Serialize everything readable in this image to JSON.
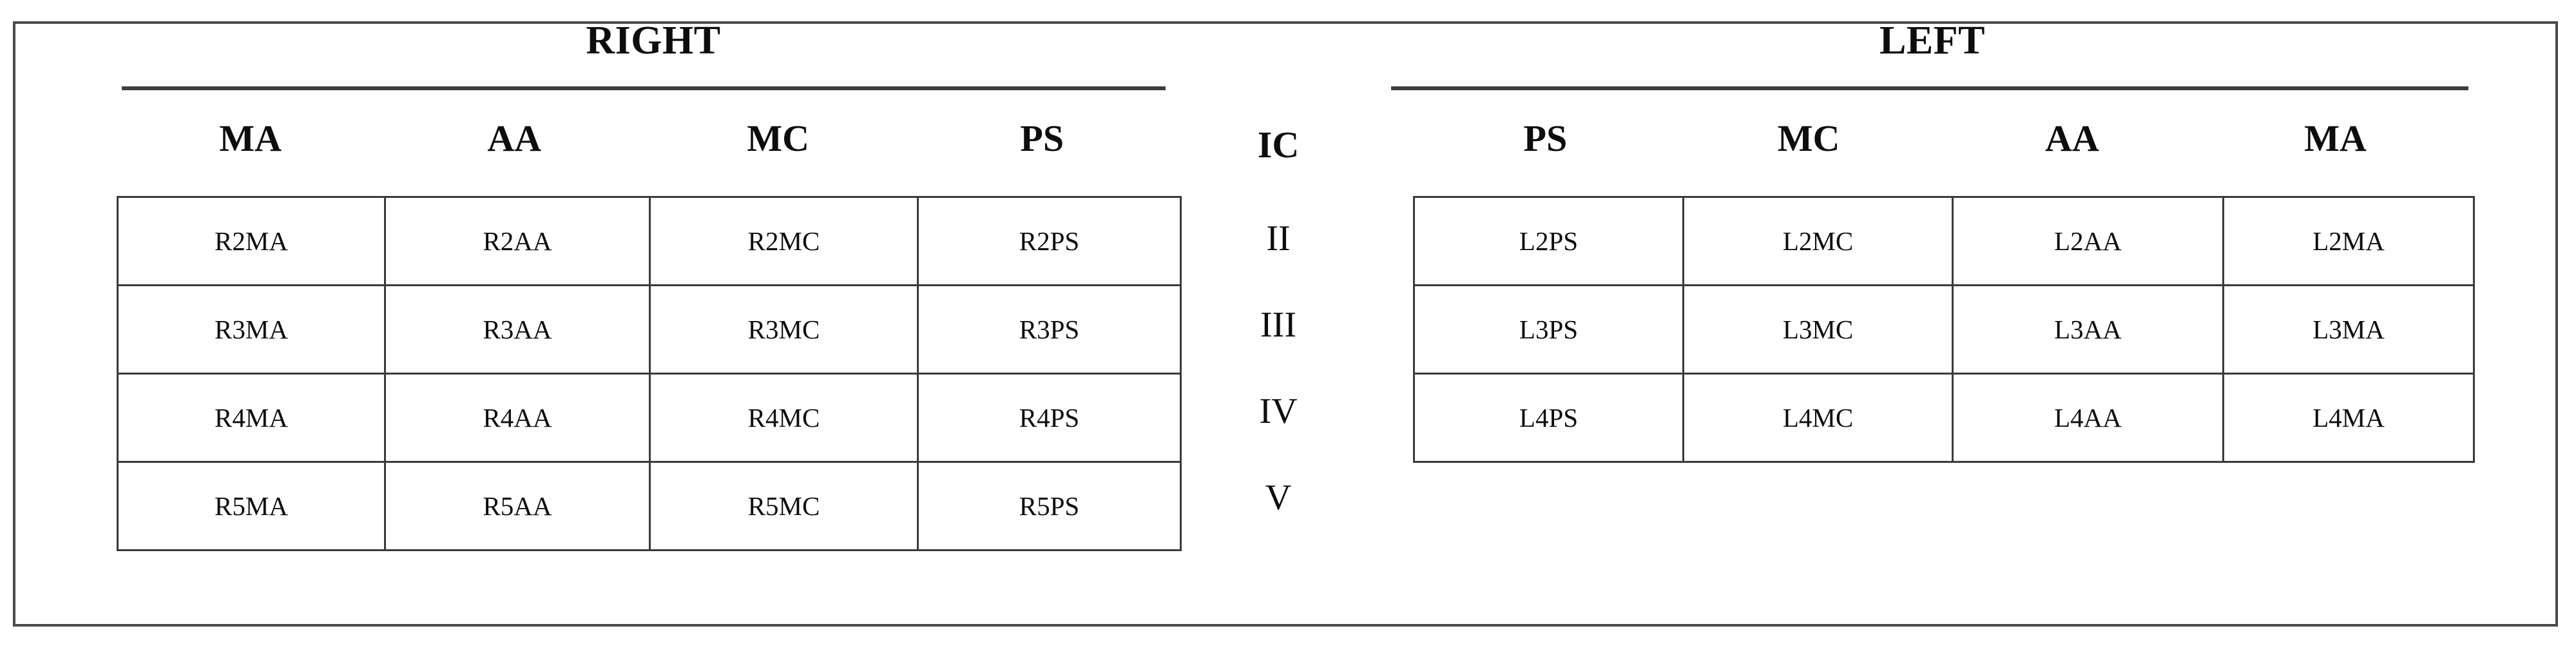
{
  "figure": {
    "border_color": "#4a4a4a",
    "rule_color": "#3d3d3d",
    "cell_border_color": "#3a3a3a",
    "text_color": "#0d0d0d"
  },
  "right_section": {
    "title": "RIGHT",
    "column_headers": [
      "MA",
      "AA",
      "MC",
      "PS"
    ],
    "rows": [
      [
        "R2MA",
        "R2AA",
        "R2MC",
        "R2PS"
      ],
      [
        "R3MA",
        "R3AA",
        "R3MC",
        "R3PS"
      ],
      [
        "R4MA",
        "R4AA",
        "R4MC",
        "R4PS"
      ],
      [
        "R5MA",
        "R5AA",
        "R5MC",
        "R5PS"
      ]
    ]
  },
  "middle_column": {
    "heading": "IC",
    "values": [
      "II",
      "III",
      "IV",
      "V"
    ]
  },
  "left_section": {
    "title": "LEFT",
    "column_headers": [
      "PS",
      "MC",
      "AA",
      "MA"
    ],
    "rows": [
      [
        "L2PS",
        "L2MC",
        "L2AA",
        "L2MA"
      ],
      [
        "L3PS",
        "L3MC",
        "L3AA",
        "L3MA"
      ],
      [
        "L4PS",
        "L4MC",
        "L4AA",
        "L4MA"
      ]
    ]
  }
}
